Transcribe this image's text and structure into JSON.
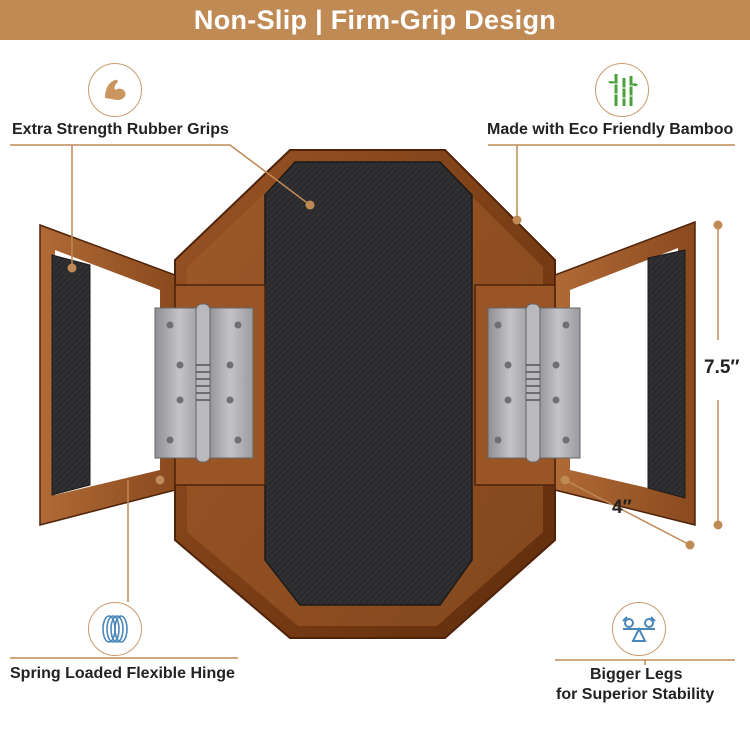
{
  "banner": {
    "title": "Non-Slip | Firm-Grip Design"
  },
  "features": {
    "grips": "Extra Strength Rubber Grips",
    "bamboo": "Made with Eco Friendly Bamboo",
    "hinge": "Spring Loaded Flexible Hinge",
    "legs_line1": "Bigger Legs",
    "legs_line2": "for Superior Stability"
  },
  "dimensions": {
    "height": "7.5″",
    "width": "4″"
  },
  "colors": {
    "accent": "#c08a55",
    "wood": "#8b4a1f",
    "rubber": "#2b2b2d",
    "hinge": "#a9a9ad",
    "icon_blue": "#4a86b8"
  }
}
